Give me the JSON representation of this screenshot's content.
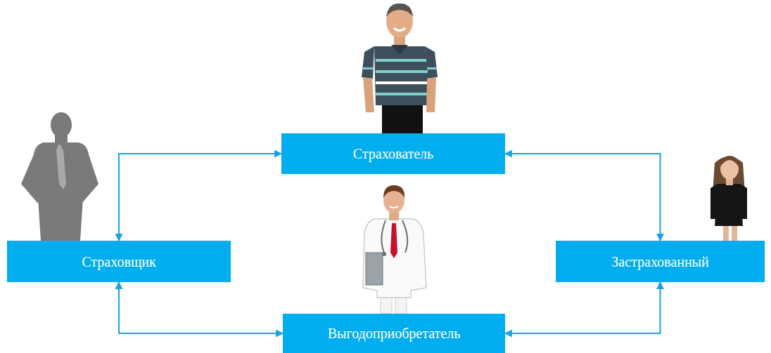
{
  "diagram": {
    "nodes": [
      {
        "text": [
          "Страхователь"
        ]
      },
      {
        "text": [
          "Страховщик"
        ]
      },
      {
        "text": [
          "Застрахованный"
        ]
      },
      {
        "text": [
          "Выгодоприобретатель"
        ]
      }
    ],
    "edges": [
      {
        "from": 0,
        "to": 1,
        "arrow": "both"
      },
      {
        "from": 0,
        "to": 2,
        "arrow": "both"
      },
      {
        "from": 1,
        "to": 3,
        "arrow": "both"
      },
      {
        "from": 2,
        "to": 3,
        "arrow": "both"
      }
    ]
  }
}
